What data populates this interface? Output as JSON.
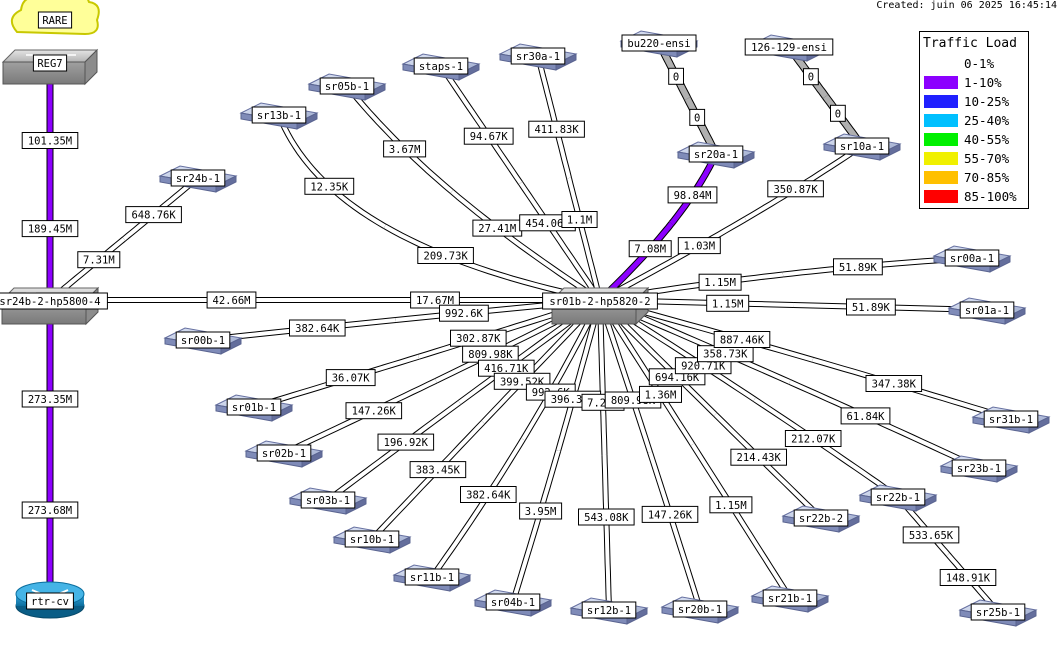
{
  "created_label": "Created: juin 06 2025 16:45:14",
  "legend": {
    "title": "Traffic Load",
    "items": [
      {
        "label": "0-1%",
        "color": "#ffffff"
      },
      {
        "label": "1-10%",
        "color": "#8c00ff"
      },
      {
        "label": "10-25%",
        "color": "#2020ff"
      },
      {
        "label": "25-40%",
        "color": "#00c0ff"
      },
      {
        "label": "40-55%",
        "color": "#00f000"
      },
      {
        "label": "55-70%",
        "color": "#f0f000"
      },
      {
        "label": "70-85%",
        "color": "#ffc000"
      },
      {
        "label": "85-100%",
        "color": "#ff0000"
      }
    ]
  },
  "nodes": [
    {
      "id": "rare",
      "label": "RARE",
      "icon": "cloud-icon"
    },
    {
      "id": "reg7",
      "label": "REG7",
      "icon": "switch-icon"
    },
    {
      "id": "sr24b2",
      "label": "sr24b-2-hp5800-4",
      "icon": "switch-icon"
    },
    {
      "id": "rtrcv",
      "label": "rtr-cv",
      "icon": "router-icon"
    },
    {
      "id": "hub",
      "label": "sr01b-2-hp5820-2",
      "icon": "switch-icon"
    },
    {
      "id": "sr24b1",
      "label": "sr24b-1",
      "icon": "server-icon"
    },
    {
      "id": "sr13b1",
      "label": "sr13b-1",
      "icon": "server-icon"
    },
    {
      "id": "sr05b1",
      "label": "sr05b-1",
      "icon": "server-icon"
    },
    {
      "id": "staps1",
      "label": "staps-1",
      "icon": "server-icon"
    },
    {
      "id": "sr30a1",
      "label": "sr30a-1",
      "icon": "server-icon"
    },
    {
      "id": "bu220",
      "label": "bu220-ensi",
      "icon": "server-icon"
    },
    {
      "id": "e126",
      "label": "126-129-ensi",
      "icon": "server-icon"
    },
    {
      "id": "sr20a1",
      "label": "sr20a-1",
      "icon": "server-icon"
    },
    {
      "id": "sr10a1",
      "label": "sr10a-1",
      "icon": "server-icon"
    },
    {
      "id": "sr00a1",
      "label": "sr00a-1",
      "icon": "server-icon"
    },
    {
      "id": "sr01a1",
      "label": "sr01a-1",
      "icon": "server-icon"
    },
    {
      "id": "sr00b1",
      "label": "sr00b-1",
      "icon": "server-icon"
    },
    {
      "id": "sr01b1",
      "label": "sr01b-1",
      "icon": "server-icon"
    },
    {
      "id": "sr02b1",
      "label": "sr02b-1",
      "icon": "server-icon"
    },
    {
      "id": "sr03b1",
      "label": "sr03b-1",
      "icon": "server-icon"
    },
    {
      "id": "sr10b1",
      "label": "sr10b-1",
      "icon": "server-icon"
    },
    {
      "id": "sr11b1",
      "label": "sr11b-1",
      "icon": "server-icon"
    },
    {
      "id": "sr04b1",
      "label": "sr04b-1",
      "icon": "server-icon"
    },
    {
      "id": "sr12b1",
      "label": "sr12b-1",
      "icon": "server-icon"
    },
    {
      "id": "sr20b1",
      "label": "sr20b-1",
      "icon": "server-icon"
    },
    {
      "id": "sr21b1",
      "label": "sr21b-1",
      "icon": "server-icon"
    },
    {
      "id": "sr22b2",
      "label": "sr22b-2",
      "icon": "server-icon"
    },
    {
      "id": "sr22b1",
      "label": "sr22b-1",
      "icon": "server-icon"
    },
    {
      "id": "sr25b1",
      "label": "sr25b-1",
      "icon": "server-icon"
    },
    {
      "id": "sr23b1",
      "label": "sr23b-1",
      "icon": "server-icon"
    },
    {
      "id": "sr31b1",
      "label": "sr31b-1",
      "icon": "server-icon"
    }
  ],
  "links": [
    {
      "id": "reg7-sr24b2",
      "from": "reg7",
      "to": "sr24b2",
      "in_label": "101.35M",
      "out_label": "189.45M",
      "load": "1-10%"
    },
    {
      "id": "sr24b2-rtrcv",
      "from": "sr24b2",
      "to": "rtrcv",
      "in_label": "273.35M",
      "out_label": "273.68M",
      "load": "1-10%"
    },
    {
      "id": "sr24b2-sr24b1",
      "from": "sr24b2",
      "to": "sr24b1",
      "in_label": "7.31M",
      "out_label": "648.76K",
      "load": "0-1%"
    },
    {
      "id": "sr24b2-hub",
      "from": "sr24b2",
      "to": "hub",
      "in_label": "42.66M",
      "out_label": "17.67M",
      "load": "0-1%"
    },
    {
      "id": "hub-sr13b1",
      "from": "hub",
      "to": "sr13b1",
      "in_label": "209.73K",
      "out_label": "12.35K",
      "load": "0-1%"
    },
    {
      "id": "hub-sr05b1",
      "from": "hub",
      "to": "sr05b1",
      "in_label": "27.41M",
      "out_label": "3.67M",
      "load": "0-1%"
    },
    {
      "id": "hub-staps1",
      "from": "hub",
      "to": "staps1",
      "in_label": "454.06K",
      "out_label": "94.67K",
      "load": "0-1%"
    },
    {
      "id": "hub-sr30a1",
      "from": "hub",
      "to": "sr30a1",
      "in_label": "1.1M",
      "out_label": "411.83K",
      "load": "0-1%"
    },
    {
      "id": "hub-sr20a1",
      "from": "hub",
      "to": "sr20a1",
      "in_label": "7.08M",
      "out_label": "98.84M",
      "load": "1-10%"
    },
    {
      "id": "hub-sr10a1",
      "from": "hub",
      "to": "sr10a1",
      "in_label": "1.03M",
      "out_label": "350.87K",
      "load": "0-1%"
    },
    {
      "id": "sr20a1-bu220",
      "from": "sr20a1",
      "to": "bu220",
      "in_label": "0",
      "out_label": "0",
      "load": "none"
    },
    {
      "id": "sr10a1-e126",
      "from": "sr10a1",
      "to": "e126",
      "in_label": "0",
      "out_label": "0",
      "load": "none"
    },
    {
      "id": "hub-sr00a1",
      "from": "hub",
      "to": "sr00a1",
      "in_label": "1.15M",
      "out_label": "51.89K",
      "load": "0-1%"
    },
    {
      "id": "hub-sr01a1",
      "from": "hub",
      "to": "sr01a1",
      "in_label": "1.15M",
      "out_label": "51.89K",
      "load": "0-1%"
    },
    {
      "id": "hub-sr00b1",
      "from": "hub",
      "to": "sr00b1",
      "in_label": "992.6K",
      "out_label": "382.64K",
      "load": "0-1%"
    },
    {
      "id": "hub-sr01b1",
      "from": "hub",
      "to": "sr01b1",
      "in_label": "302.87K",
      "out_label": "36.07K",
      "load": "0-1%"
    },
    {
      "id": "hub-sr02b1",
      "from": "hub",
      "to": "sr02b1",
      "in_label": "809.98K",
      "out_label": "147.26K",
      "load": "0-1%"
    },
    {
      "id": "hub-sr03b1",
      "from": "hub",
      "to": "sr03b1",
      "in_label": "416.71K",
      "out_label": "196.92K",
      "load": "0-1%"
    },
    {
      "id": "hub-sr10b1",
      "from": "hub",
      "to": "sr10b1",
      "in_label": "399.52K",
      "out_label": "383.45K",
      "load": "0-1%"
    },
    {
      "id": "hub-sr11b1",
      "from": "hub",
      "to": "sr11b1",
      "in_label": "992.6K",
      "out_label": "382.64K",
      "load": "0-1%"
    },
    {
      "id": "hub-sr04b1",
      "from": "hub",
      "to": "sr04b1",
      "in_label": "396.35K",
      "out_label": "3.95M",
      "load": "0-1%"
    },
    {
      "id": "hub-sr12b1",
      "from": "hub",
      "to": "sr12b1",
      "in_label": "7.25M",
      "out_label": "543.08K",
      "load": "0-1%"
    },
    {
      "id": "hub-sr20b1",
      "from": "hub",
      "to": "sr20b1",
      "in_label": "809.98K",
      "out_label": "147.26K",
      "load": "0-1%"
    },
    {
      "id": "hub-sr21b1",
      "from": "hub",
      "to": "sr21b1",
      "in_label": "1.36M",
      "out_label": "1.15M",
      "load": "0-1%"
    },
    {
      "id": "hub-sr22b2",
      "from": "hub",
      "to": "sr22b2",
      "in_label": "694.16K",
      "out_label": "214.43K",
      "load": "0-1%"
    },
    {
      "id": "hub-sr22b1",
      "from": "hub",
      "to": "sr22b1",
      "in_label": "920.71K",
      "out_label": "212.07K",
      "load": "0-1%"
    },
    {
      "id": "sr22b1-sr25b1",
      "from": "sr22b1",
      "to": "sr25b1",
      "in_label": "533.65K",
      "out_label": "148.91K",
      "load": "0-1%"
    },
    {
      "id": "hub-sr23b1",
      "from": "hub",
      "to": "sr23b1",
      "in_label": "358.73K",
      "out_label": "61.84K",
      "load": "0-1%"
    },
    {
      "id": "hub-sr31b1",
      "from": "hub",
      "to": "sr31b1",
      "in_label": "887.46K",
      "out_label": "347.38K",
      "load": "0-1%"
    }
  ]
}
